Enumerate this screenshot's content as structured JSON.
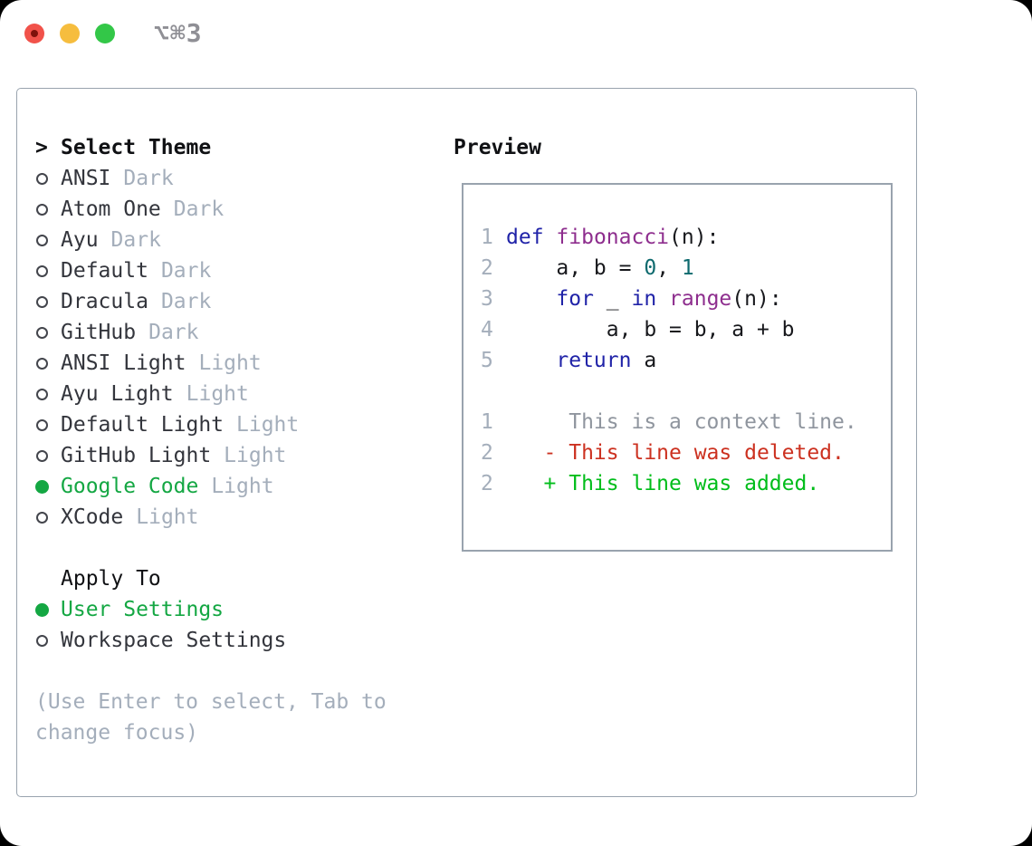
{
  "window": {
    "title": "⌥⌘3",
    "traffic_lights": [
      "close",
      "minimize",
      "zoom"
    ]
  },
  "colors": {
    "accent_green": "#14a743",
    "added_green": "#00bd1a",
    "deleted_red": "#cc3120",
    "keyword_blue": "#2023a8",
    "function_purple": "#8e2e8e",
    "literal_teal": "#0e6a6e",
    "muted_gray": "#a4aebb",
    "context_gray": "#8f959e",
    "line_number_gray": "#a4aebb",
    "text_dark": "#33353c",
    "heading_black": "#101114",
    "border_gray": "#99a3ae",
    "traffic_red": "#f1524a",
    "traffic_red_dot": "#7e120b",
    "traffic_yellow": "#f6bd3e",
    "traffic_green": "#33c748"
  },
  "theme_panel": {
    "header": {
      "prompt": ">",
      "label": "Select Theme"
    },
    "themes": [
      {
        "name": "ANSI",
        "variant": "Dark",
        "selected": false
      },
      {
        "name": "Atom One",
        "variant": "Dark",
        "selected": false
      },
      {
        "name": "Ayu",
        "variant": "Dark",
        "selected": false
      },
      {
        "name": "Default",
        "variant": "Dark",
        "selected": false
      },
      {
        "name": "Dracula",
        "variant": "Dark",
        "selected": false
      },
      {
        "name": "GitHub",
        "variant": "Dark",
        "selected": false
      },
      {
        "name": "ANSI Light",
        "variant": "Light",
        "selected": false
      },
      {
        "name": "Ayu Light",
        "variant": "Light",
        "selected": false
      },
      {
        "name": "Default Light",
        "variant": "Light",
        "selected": false
      },
      {
        "name": "GitHub Light",
        "variant": "Light",
        "selected": false
      },
      {
        "name": "Google Code",
        "variant": "Light",
        "selected": true
      },
      {
        "name": "XCode",
        "variant": "Light",
        "selected": false
      }
    ],
    "apply_to": {
      "label": "Apply To",
      "options": [
        {
          "name": "User Settings",
          "selected": true
        },
        {
          "name": "Workspace Settings",
          "selected": false
        }
      ]
    },
    "hint": "(Use Enter to select, Tab to change focus)"
  },
  "preview": {
    "label": "Preview",
    "code_lines": [
      {
        "number": "1",
        "segments": [
          {
            "t": "def",
            "c": "kw"
          },
          {
            "t": " ",
            "c": "plain"
          },
          {
            "t": "fibonacci",
            "c": "fn"
          },
          {
            "t": "(n):",
            "c": "plain"
          }
        ]
      },
      {
        "number": "2",
        "segments": [
          {
            "t": "    a, b = ",
            "c": "plain"
          },
          {
            "t": "0",
            "c": "num"
          },
          {
            "t": ", ",
            "c": "plain"
          },
          {
            "t": "1",
            "c": "num"
          }
        ]
      },
      {
        "number": "3",
        "segments": [
          {
            "t": "    ",
            "c": "plain"
          },
          {
            "t": "for",
            "c": "kw"
          },
          {
            "t": " _ ",
            "c": "plain"
          },
          {
            "t": "in",
            "c": "kw"
          },
          {
            "t": " ",
            "c": "plain"
          },
          {
            "t": "range",
            "c": "fn"
          },
          {
            "t": "(n):",
            "c": "plain"
          }
        ]
      },
      {
        "number": "4",
        "segments": [
          {
            "t": "        a, b = b, a + b",
            "c": "plain"
          }
        ]
      },
      {
        "number": "5",
        "segments": [
          {
            "t": "    ",
            "c": "plain"
          },
          {
            "t": "return",
            "c": "kw"
          },
          {
            "t": " a",
            "c": "plain"
          }
        ]
      }
    ],
    "diff_lines": [
      {
        "number": "1",
        "marker": " ",
        "text": "This is a context line.",
        "type": "context"
      },
      {
        "number": "2",
        "marker": "-",
        "text": "This line was deleted.",
        "type": "deleted"
      },
      {
        "number": "2",
        "marker": "+",
        "text": "This line was added.",
        "type": "added"
      }
    ]
  }
}
